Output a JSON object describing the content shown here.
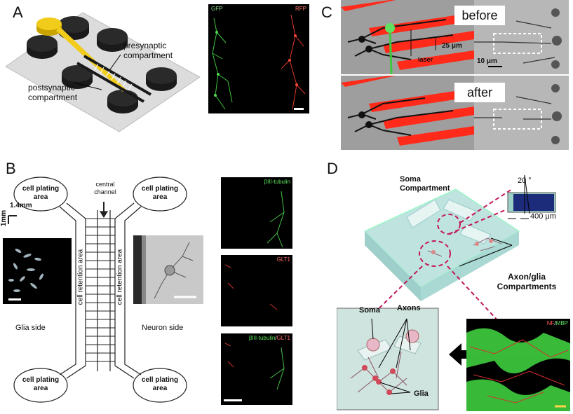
{
  "panel_a": {
    "label": "A",
    "presynaptic": "presynaptic compartment",
    "postsynaptic": "postsynaptic compartment",
    "micro": {
      "left": "GFP",
      "right": "RFP"
    }
  },
  "panel_b": {
    "label": "B",
    "plating": "cell plating area",
    "central_channel": "central channel",
    "retention": "cell retention area",
    "scale": "1.4mm",
    "scale_v": "1mm",
    "glia_side": "Glia side",
    "neuron_side": "Neuron side",
    "stain1": "βIII-tubulin",
    "stain2": "GLT1",
    "stain3a": "βIII-tubulin",
    "stain3sep": "/",
    "stain3b": "GLT1"
  },
  "panel_c": {
    "label": "C",
    "before": "before",
    "after": "after",
    "scale1": "25 μm",
    "scale2": "10 μm",
    "laser": "laser"
  },
  "panel_d": {
    "label": "D",
    "soma_compartment": "Soma Compartment",
    "angle": "20 °",
    "width": "400 μm",
    "axon_glia": "Axon/glia Compartments",
    "soma": "Soma",
    "axons": "Axons",
    "glia": "Glia",
    "nf": "NF",
    "sep": "/",
    "mbp": "MBP"
  }
}
